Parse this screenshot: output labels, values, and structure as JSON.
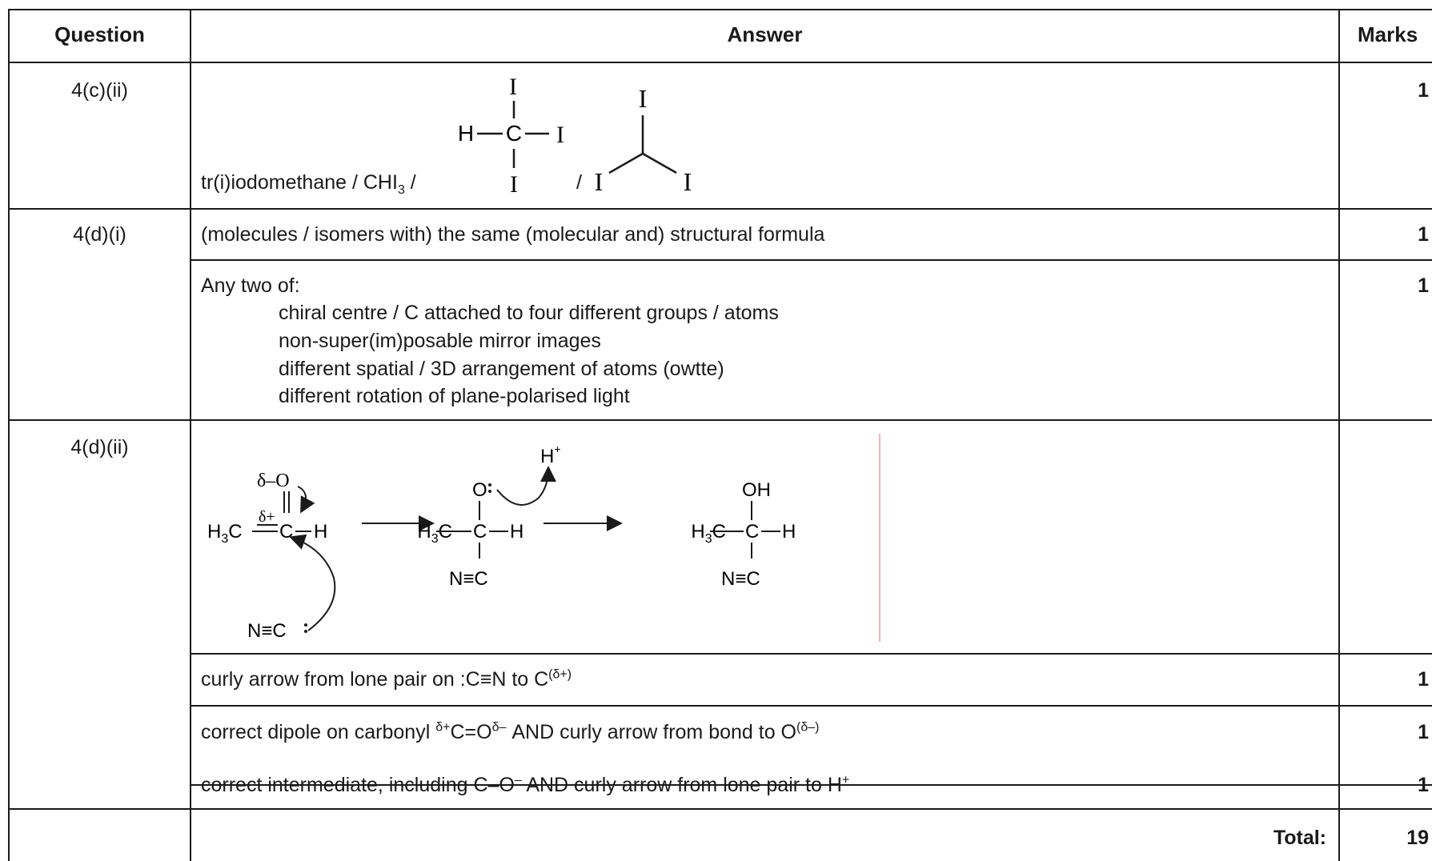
{
  "headers": {
    "question": "Question",
    "answer": "Answer",
    "marks": "Marks"
  },
  "rows": {
    "r1": {
      "question": "4(c)(ii)",
      "answer_prefix": "tr(i)iodomethane / CHI",
      "subscript": "3",
      "separator1": "/",
      "separator2": "/",
      "marks": "1",
      "struct1": {
        "top": "I",
        "left": "H",
        "center": "C",
        "right": "I",
        "bottom": "I"
      },
      "struct2": {
        "top": "I",
        "left": "I",
        "right": "I"
      }
    },
    "r2": {
      "question": "4(d)(i)",
      "answer": "(molecules / isomers with) the same (molecular and) structural formula",
      "marks": "1"
    },
    "r3": {
      "intro": "Any two of:",
      "items": [
        "chiral centre / C attached to four different groups / atoms",
        "non-super(im)posable mirror images",
        "different spatial / 3D arrangement of atoms (owtte)",
        "different rotation of plane-polarised light"
      ],
      "marks": "1"
    },
    "r4": {
      "question": "4(d)(ii)",
      "mechanism": {
        "delta_minus_o": "δ–O",
        "delta_plus": "δ+",
        "h3c": "H",
        "three": "3",
        "c": "C",
        "h": "H",
        "nc_lone": "N≡C",
        "o_lone": "O",
        "h_plus": "H",
        "plus": "+",
        "nc": "N≡C",
        "oh": "OH"
      }
    },
    "r5": {
      "text": "curly arrow from lone pair on :C≡N to C",
      "sup": "(δ+)",
      "marks": "1"
    },
    "r6": {
      "pre": "correct dipole on carbonyl ",
      "sup1": "δ+",
      "mid": "C=O",
      "sup2": "δ–",
      "post": " AND curly arrow from bond to O",
      "sup3": "(δ–)",
      "marks": "1"
    },
    "r7": {
      "pre": "correct intermediate, including C–O",
      "sup1": "–",
      "post": " AND curly arrow from lone pair to H",
      "sup2": "+",
      "marks": "1"
    },
    "total": {
      "label": "Total:",
      "marks": "19"
    }
  },
  "colors": {
    "grid": "#1a1a1a",
    "margin_line": "#e8a0a8"
  }
}
